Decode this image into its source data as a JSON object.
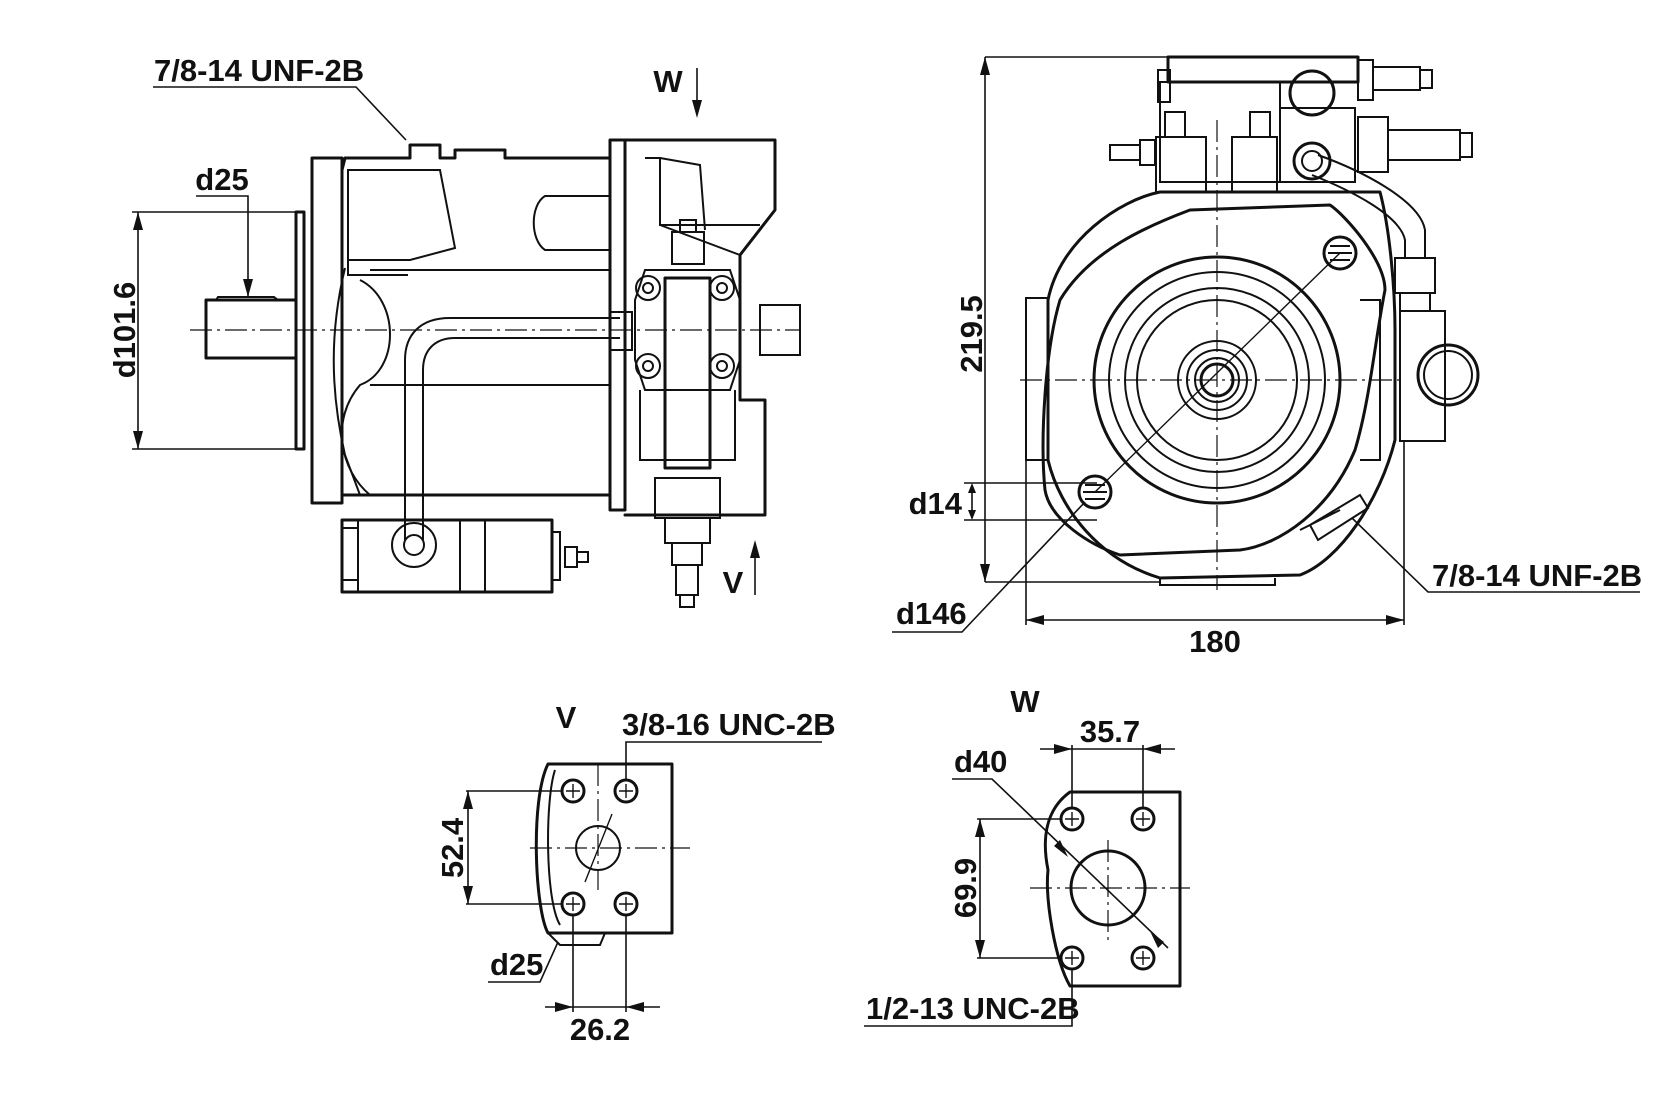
{
  "drawing": {
    "title": "Hydraulic axial piston pump — dimensional drawing",
    "side_view": {
      "thread_label": "7/8-14 UNF-2B",
      "shaft_diameter": "d25",
      "pilot_diameter": "d101.6",
      "view_w_marker": "W",
      "view_v_marker": "V"
    },
    "front_view": {
      "height": "219.5",
      "width": "180",
      "mount_hole": "d14",
      "bolt_circle": "d146",
      "thread_label": "7/8-14 UNF-2B"
    },
    "port_v": {
      "view_label": "V",
      "thread_label": "3/8-16 UNC-2B",
      "vertical_spacing": "52.4",
      "horizontal_spacing": "26.2",
      "port_diameter": "d25"
    },
    "port_w": {
      "view_label": "W",
      "thread_label": "1/2-13 UNC-2B",
      "vertical_spacing": "69.9",
      "horizontal_spacing": "35.7",
      "port_diameter": "d40"
    }
  }
}
